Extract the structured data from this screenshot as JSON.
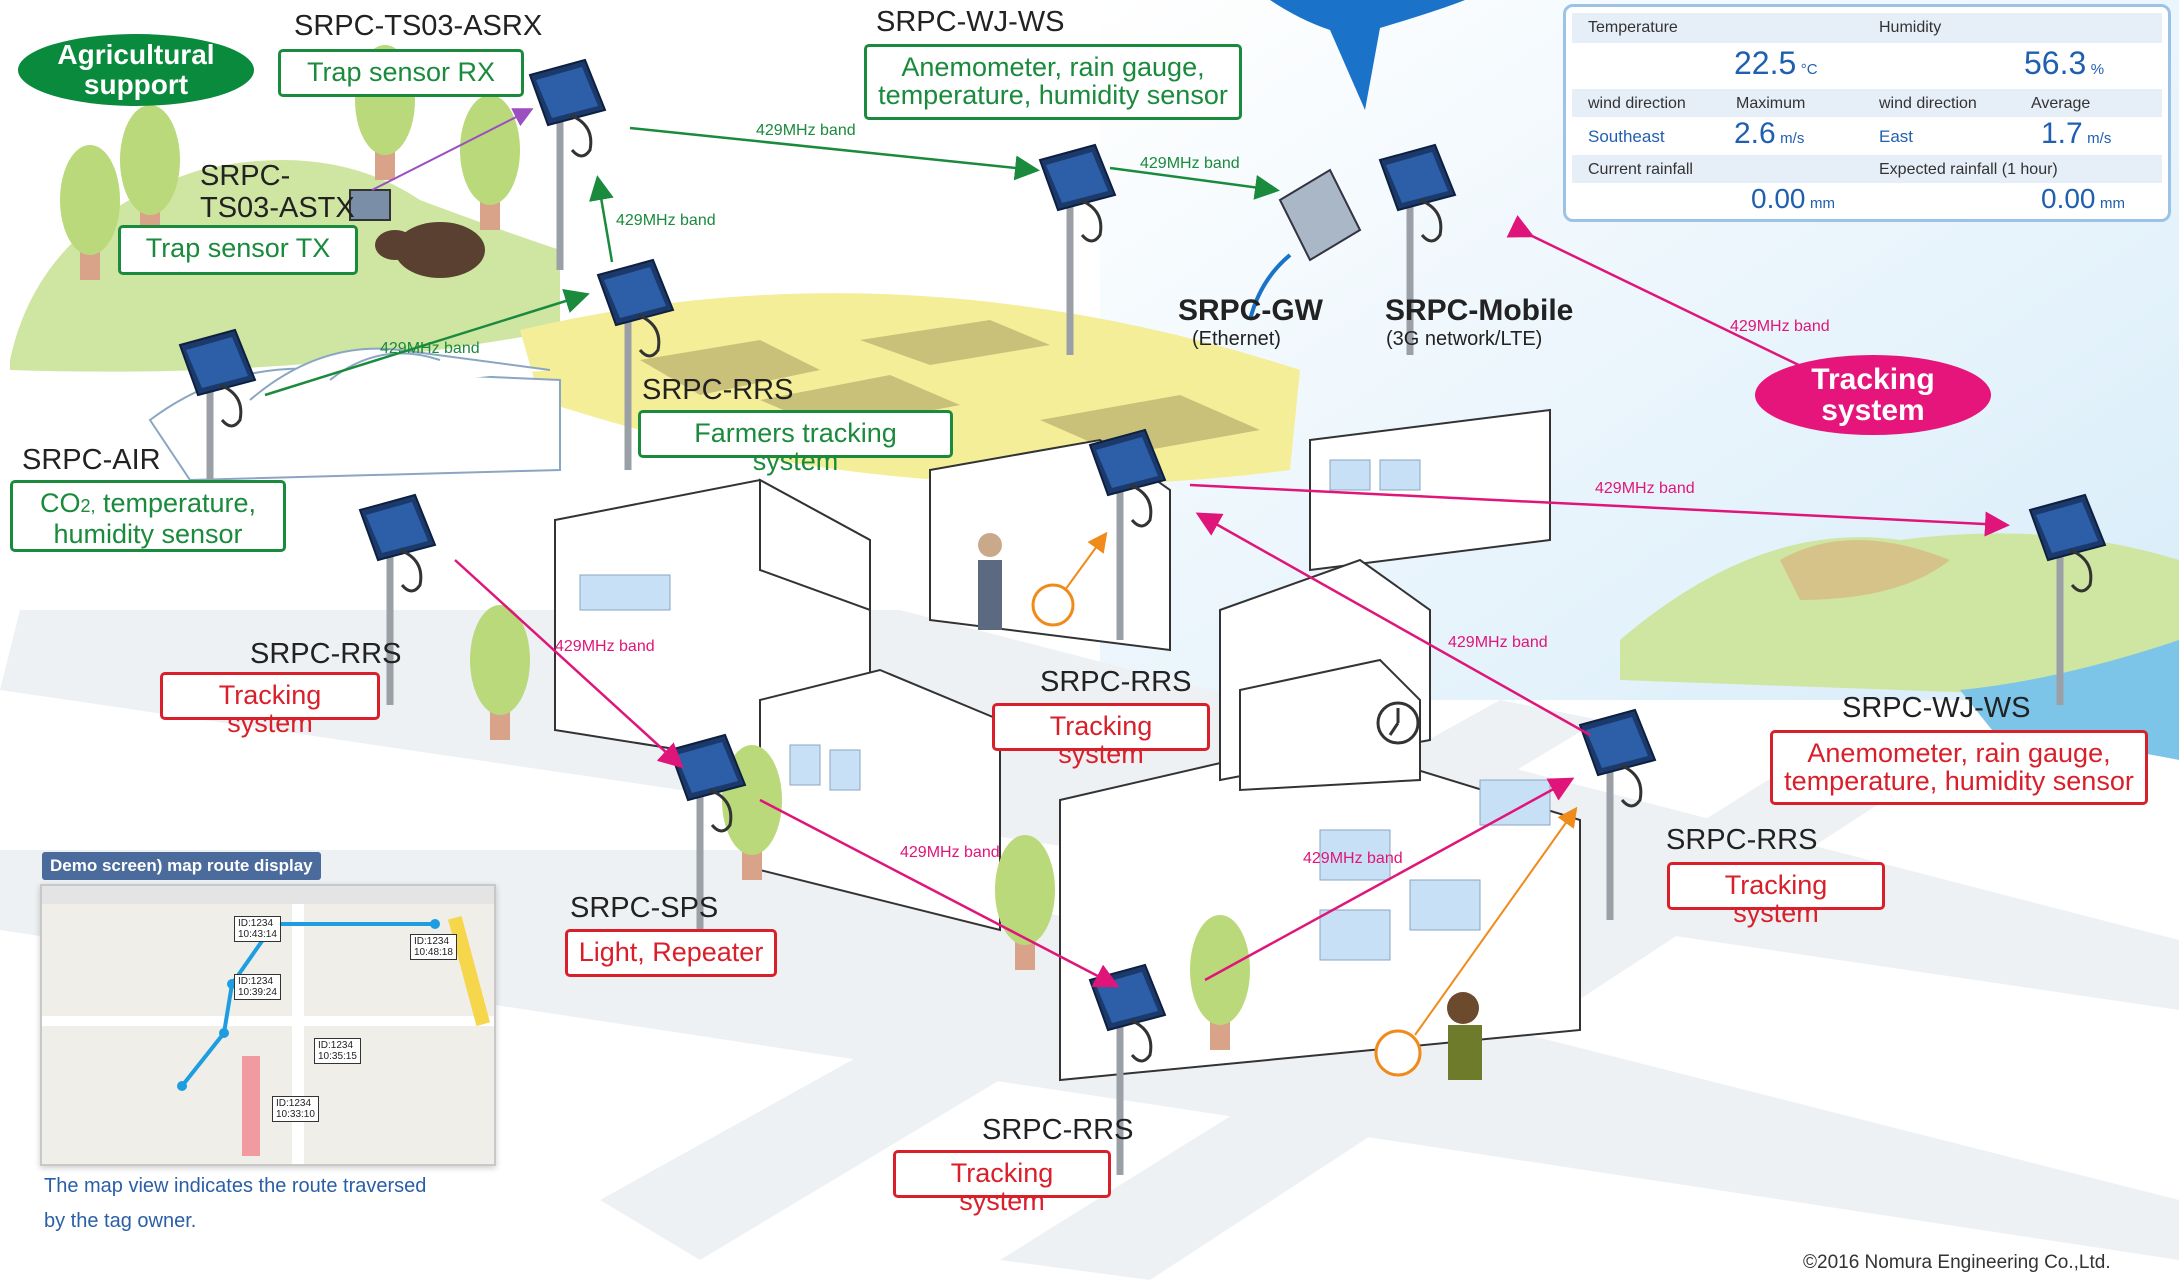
{
  "colors": {
    "green": "#1a8a3c",
    "red": "#d81f2a",
    "pink": "#e0157a",
    "blue": "#1f5fb0",
    "sky": "#1a73c8"
  },
  "pills": {
    "agri": [
      "Agricultural",
      "support"
    ],
    "tracking": [
      "Tracking",
      "system"
    ]
  },
  "devices": {
    "asrx": {
      "title": "SRPC-TS03-ASRX",
      "box": "Trap sensor RX"
    },
    "astx": {
      "title1": "SRPC-",
      "title2": "TS03-ASTX",
      "box": "Trap sensor TX"
    },
    "wj_top": {
      "title": "SRPC-WJ-WS",
      "box1": "Anemometer, rain gauge,",
      "box2": "temperature, humidity sensor"
    },
    "gw": {
      "title": "SRPC-GW",
      "sub": "(Ethernet)"
    },
    "mobile": {
      "title": "SRPC-Mobile",
      "sub": "(3G network/LTE)"
    },
    "rrs_farm": {
      "title": "SRPC-RRS",
      "box": "Farmers tracking system"
    },
    "air": {
      "title": "SRPC-AIR",
      "box1a": "CO",
      "box1sub": "2,",
      "box1b": " temperature,",
      "box2": "humidity sensor"
    },
    "rrs_left": {
      "title": "SRPC-RRS",
      "box": "Tracking system"
    },
    "rrs_house": {
      "title": "SRPC-RRS",
      "box": "Tracking system"
    },
    "sps": {
      "title": "SRPC-SPS",
      "box": "Light, Repeater"
    },
    "rrs_right": {
      "title": "SRPC-RRS",
      "box": "Tracking system"
    },
    "rrs_bottom": {
      "title": "SRPC-RRS",
      "box": "Tracking system"
    },
    "wj_right": {
      "title": "SRPC-WJ-WS",
      "box1": "Anemometer, rain gauge,",
      "box2": "temperature, humidity sensor"
    }
  },
  "band_label": "429MHz band",
  "weather": {
    "temperature_label": "Temperature",
    "temperature_value": "22.5",
    "temperature_unit": "°C",
    "humidity_label": "Humidity",
    "humidity_value": "56.3",
    "humidity_unit": "%",
    "wind_dir_label": "wind direction",
    "maximum_label": "Maximum",
    "average_label": "Average",
    "wind_dir_1": "Southeast",
    "wind_max_value": "2.6",
    "wind_unit": "m/s",
    "wind_dir_2": "East",
    "wind_avg_value": "1.7",
    "rain_current_label": "Current rainfall",
    "rain_current_value": "0.00",
    "rain_unit": "mm",
    "rain_expected_label": "Expected rainfall (1 hour)",
    "rain_expected_value": "0.00"
  },
  "demo": {
    "tag": "Demo screen) map route display",
    "caption1": "The map view indicates the route traversed",
    "caption2": "by the tag owner.",
    "points": [
      {
        "id": "ID:1234",
        "time": "10:43:14"
      },
      {
        "id": "ID:1234",
        "time": "10:48:18"
      },
      {
        "id": "ID:1234",
        "time": "10:39:24"
      },
      {
        "id": "ID:1234",
        "time": "10:35:15"
      },
      {
        "id": "ID:1234",
        "time": "10:33:10"
      }
    ]
  },
  "copyright": "©2016 Nomura Engineering Co.,Ltd."
}
